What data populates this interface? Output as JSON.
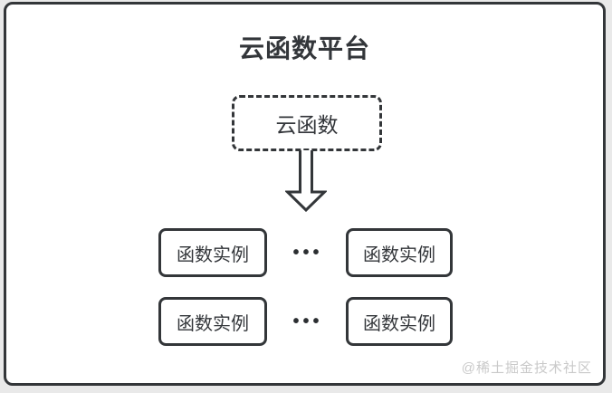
{
  "diagram": {
    "title": "云函数平台",
    "cloud_function_box": {
      "label": "云函数"
    },
    "arrow": {
      "name": "down-arrow",
      "style": "hollow outline"
    },
    "instance_rows": [
      {
        "left": "函数实例",
        "dots": "•••",
        "right": "函数实例"
      },
      {
        "left": "函数实例",
        "dots": "•••",
        "right": "函数实例"
      }
    ],
    "watermark": "@稀土掘金技术社区",
    "colors": {
      "stroke": "#333639",
      "text": "#33363a",
      "canvas": "#ffffff",
      "page_background": "#e9e9e9",
      "watermark": "#c9c9c9"
    }
  }
}
